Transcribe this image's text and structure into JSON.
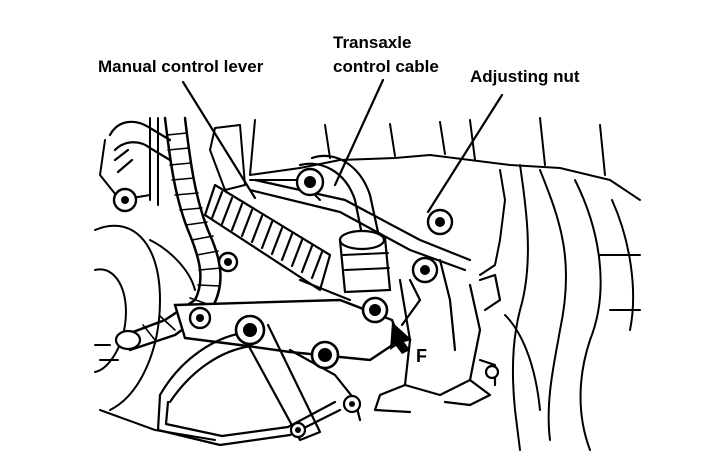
{
  "diagram": {
    "labels": {
      "manual_control_lever": "Manual control lever",
      "transaxle_cable_line1": "Transaxle",
      "transaxle_cable_line2": "control cable",
      "adjusting_nut": "Adjusting nut",
      "direction_marker": "F"
    },
    "colors": {
      "ink": "#000000",
      "background": "#ffffff"
    }
  }
}
